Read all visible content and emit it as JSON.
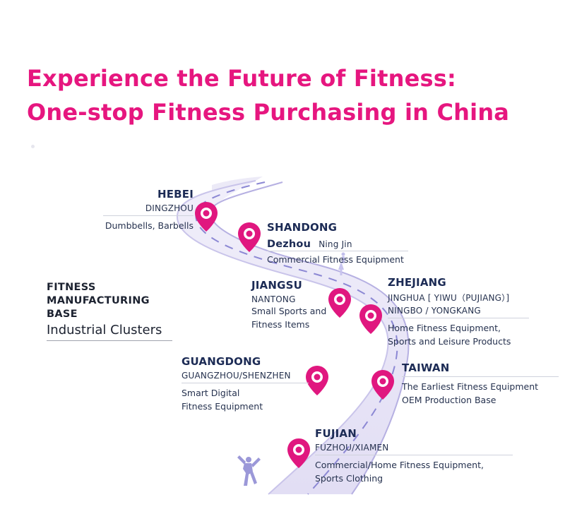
{
  "title": {
    "line1": "Experience the Future of Fitness:",
    "line2": "One-stop Fitness Purchasing in China"
  },
  "colors": {
    "title": "#e6167f",
    "pin": "#e0177f",
    "road": "#e7e4f6",
    "road_edge": "#b9b4e0",
    "dash": "#8a86d0",
    "text": "#1c2b55"
  },
  "legend": {
    "line1": "FITNESS",
    "line2": "MANUFACTURING",
    "line3": "BASE",
    "subtitle": "Industrial Clusters"
  },
  "regions": {
    "hebei": {
      "name": "HEBEI",
      "city": "DINGZHOU",
      "products": [
        "Dumbbells, Barbells"
      ]
    },
    "shandong": {
      "name": "SHANDONG",
      "city_main": "Dezhou",
      "city_extra": "Ning Jin",
      "products": [
        "Commercial Fitness Equipment"
      ]
    },
    "jiangsu": {
      "name": "JIANGSU",
      "city": "NANTONG",
      "products": [
        "Small Sports and",
        "Fitness Items"
      ]
    },
    "zhejiang": {
      "name": "ZHEJIANG",
      "city1": "JINGHUA [ YIWU（PUJIANG）]",
      "city2": "NINGBO / YONGKANG",
      "products": [
        "Home Fitness Equipment,",
        "Sports and Leisure Products"
      ]
    },
    "guangdong": {
      "name": "GUANGDONG",
      "city": "GUANGZHOU/SHENZHEN",
      "products": [
        "Smart Digital",
        "Fitness Equipment"
      ]
    },
    "taiwan": {
      "name": "TAIWAN",
      "products": [
        "The Earliest Fitness Equipment",
        "OEM Production Base"
      ]
    },
    "fujian": {
      "name": "FUJIAN",
      "city": "FUZHOU/XIAMEN",
      "products": [
        "Commercial/Home Fitness Equipment,",
        "Sports Clothing"
      ]
    }
  },
  "icons": [
    "map-pin-icon",
    "runner-icon",
    "hiker-icon"
  ]
}
